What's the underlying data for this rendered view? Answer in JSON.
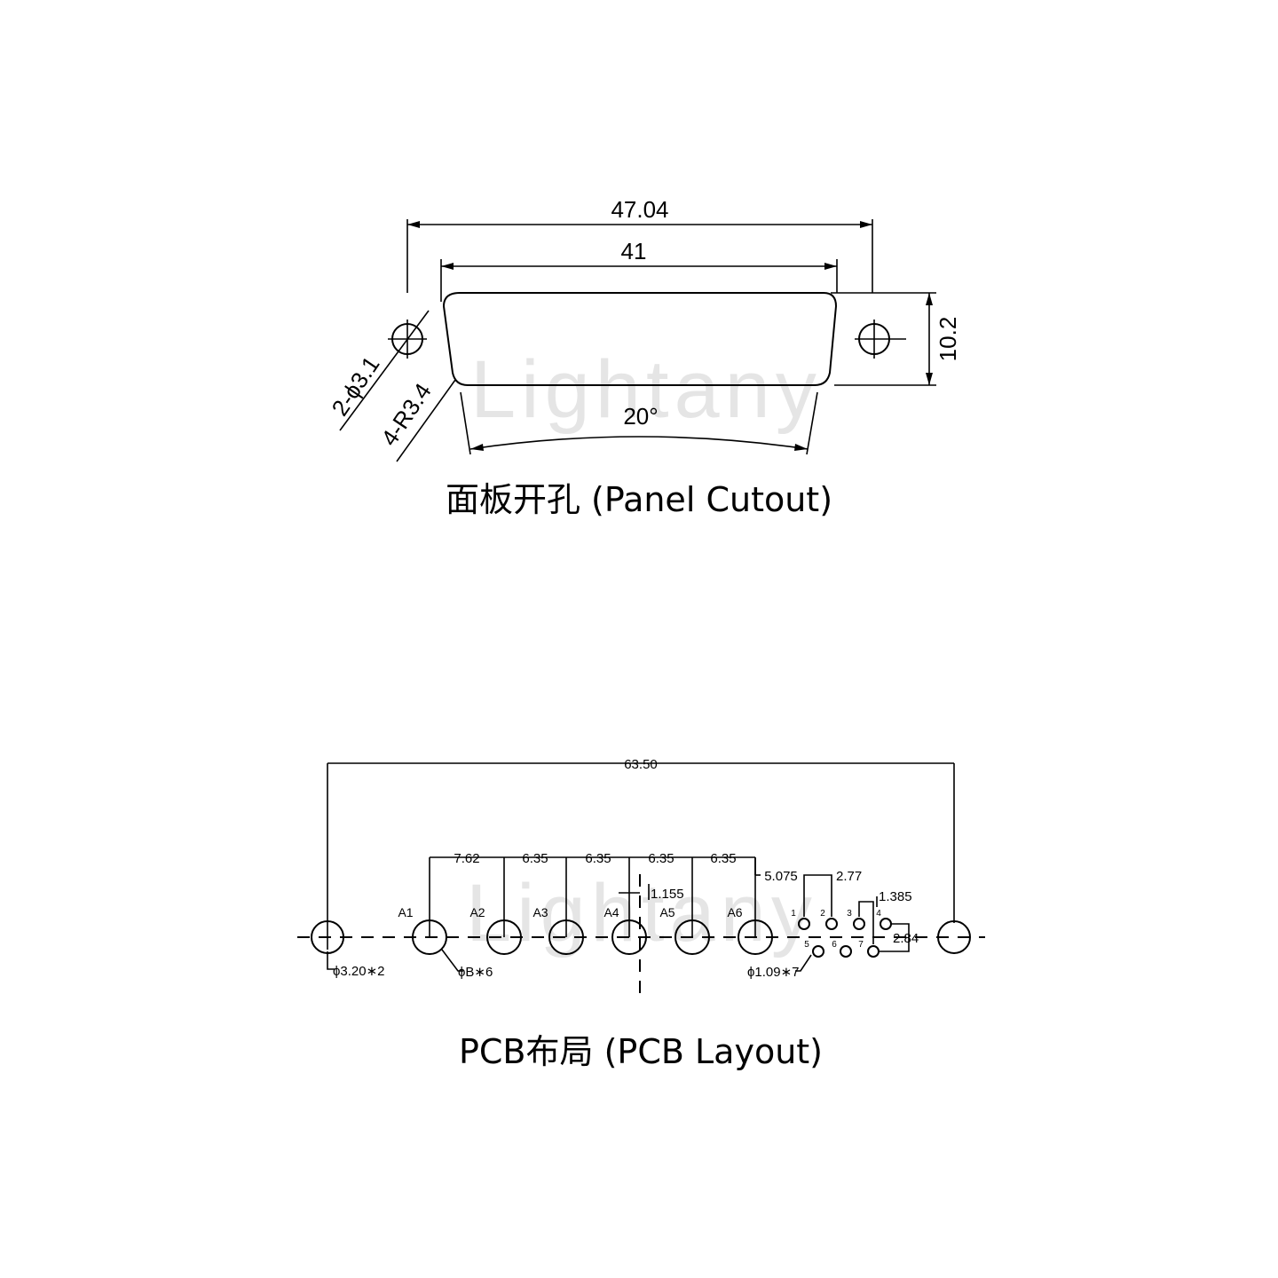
{
  "watermark": "Lightany",
  "panel_cutout": {
    "caption": "面板开孔 (Panel Cutout)",
    "dims": {
      "overall_width": "47.04",
      "cutout_width": "41",
      "height": "10.2",
      "hole_dia": "2-ϕ3.1",
      "radius": "4-R3.4",
      "angle": "20°"
    }
  },
  "pcb_layout": {
    "caption": "PCB布局 (PCB Layout)",
    "dims": {
      "overall": "63.50",
      "pitch_a1": "7.62",
      "pitch_a2": "6.35",
      "pitch_a3": "6.35",
      "pitch_a4": "6.35",
      "pitch_a5": "6.35",
      "offset_small": "5.075",
      "small_pitch": "2.77",
      "half_pitch": "1.385",
      "row_gap": "2.84",
      "center_offset": "1.155",
      "mount_hole": "ϕ3.20∗2",
      "power_hole": "ϕB∗6",
      "signal_hole": "ϕ1.09∗7"
    },
    "power_pins": [
      "A1",
      "A2",
      "A3",
      "A4",
      "A5",
      "A6"
    ],
    "signal_pins": [
      "1",
      "2",
      "3",
      "4",
      "5",
      "6",
      "7"
    ]
  }
}
